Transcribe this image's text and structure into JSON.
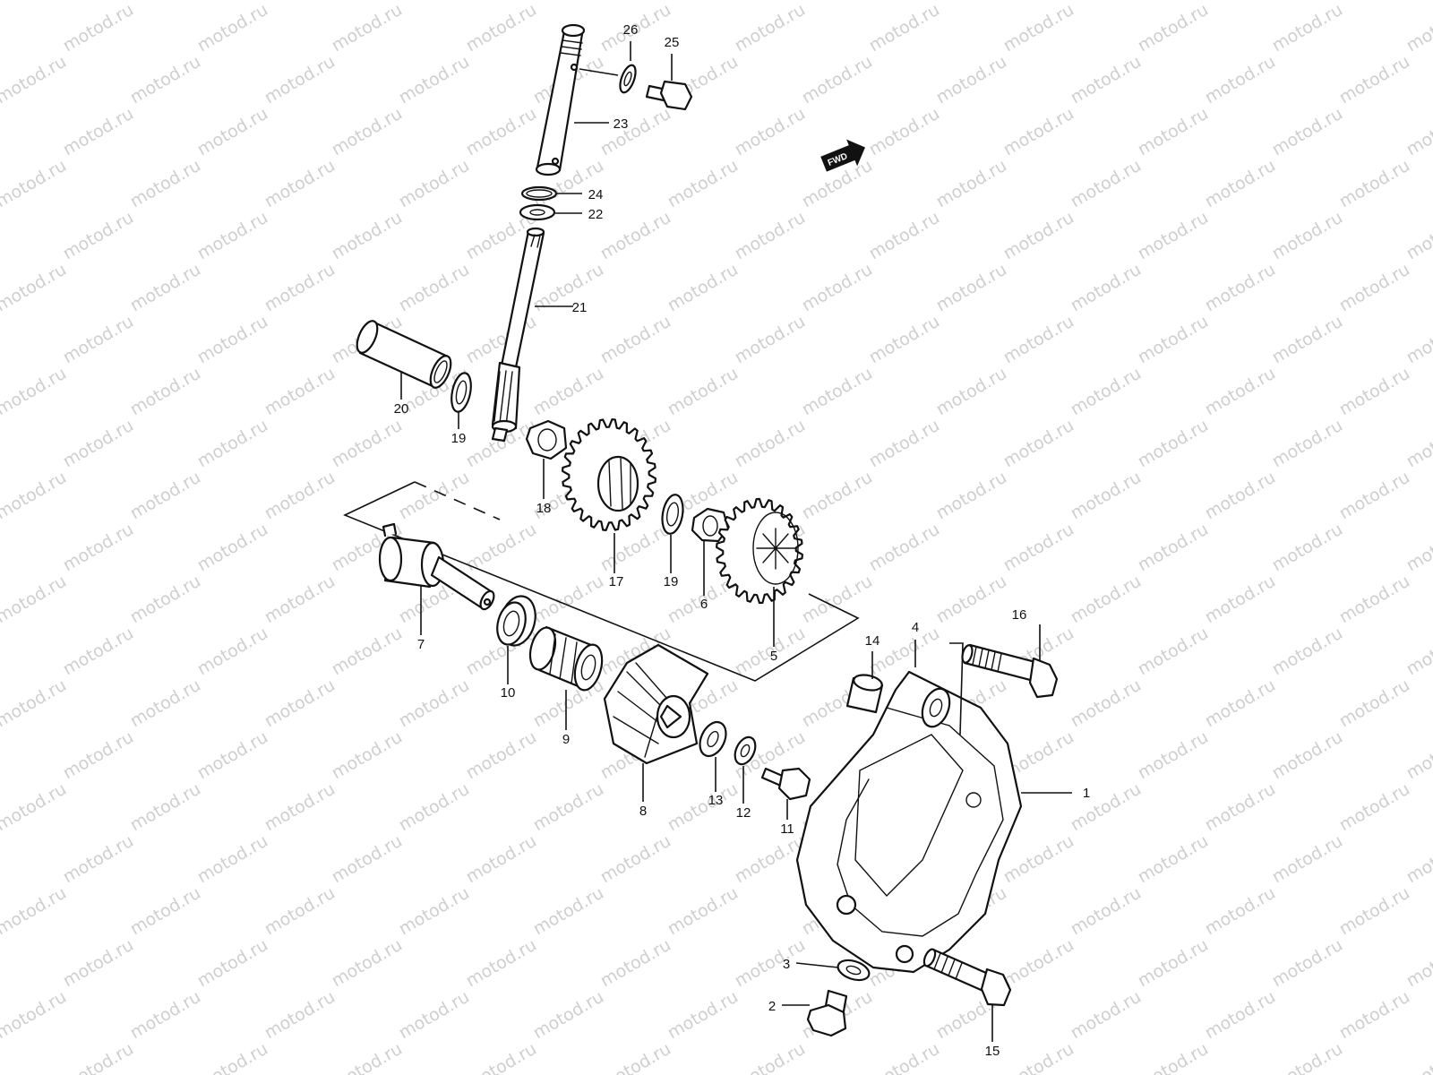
{
  "watermark": "motod.ru",
  "fwd_label": "FWD",
  "parts": [
    {
      "id": "1",
      "number": "1"
    },
    {
      "id": "2",
      "number": "2"
    },
    {
      "id": "3",
      "number": "3"
    },
    {
      "id": "4",
      "number": "4"
    },
    {
      "id": "5",
      "number": "5"
    },
    {
      "id": "6",
      "number": "6"
    },
    {
      "id": "7",
      "number": "7"
    },
    {
      "id": "8",
      "number": "8"
    },
    {
      "id": "9",
      "number": "9"
    },
    {
      "id": "10",
      "number": "10"
    },
    {
      "id": "11",
      "number": "11"
    },
    {
      "id": "12",
      "number": "12"
    },
    {
      "id": "13",
      "number": "13"
    },
    {
      "id": "14",
      "number": "14"
    },
    {
      "id": "15",
      "number": "15"
    },
    {
      "id": "16",
      "number": "16"
    },
    {
      "id": "17",
      "number": "17"
    },
    {
      "id": "18",
      "number": "18"
    },
    {
      "id": "19a",
      "number": "19"
    },
    {
      "id": "19b",
      "number": "19"
    },
    {
      "id": "20",
      "number": "20"
    },
    {
      "id": "21",
      "number": "21"
    },
    {
      "id": "22",
      "number": "22"
    },
    {
      "id": "23",
      "number": "23"
    },
    {
      "id": "24",
      "number": "24"
    },
    {
      "id": "25",
      "number": "25"
    },
    {
      "id": "26",
      "number": "26"
    }
  ]
}
